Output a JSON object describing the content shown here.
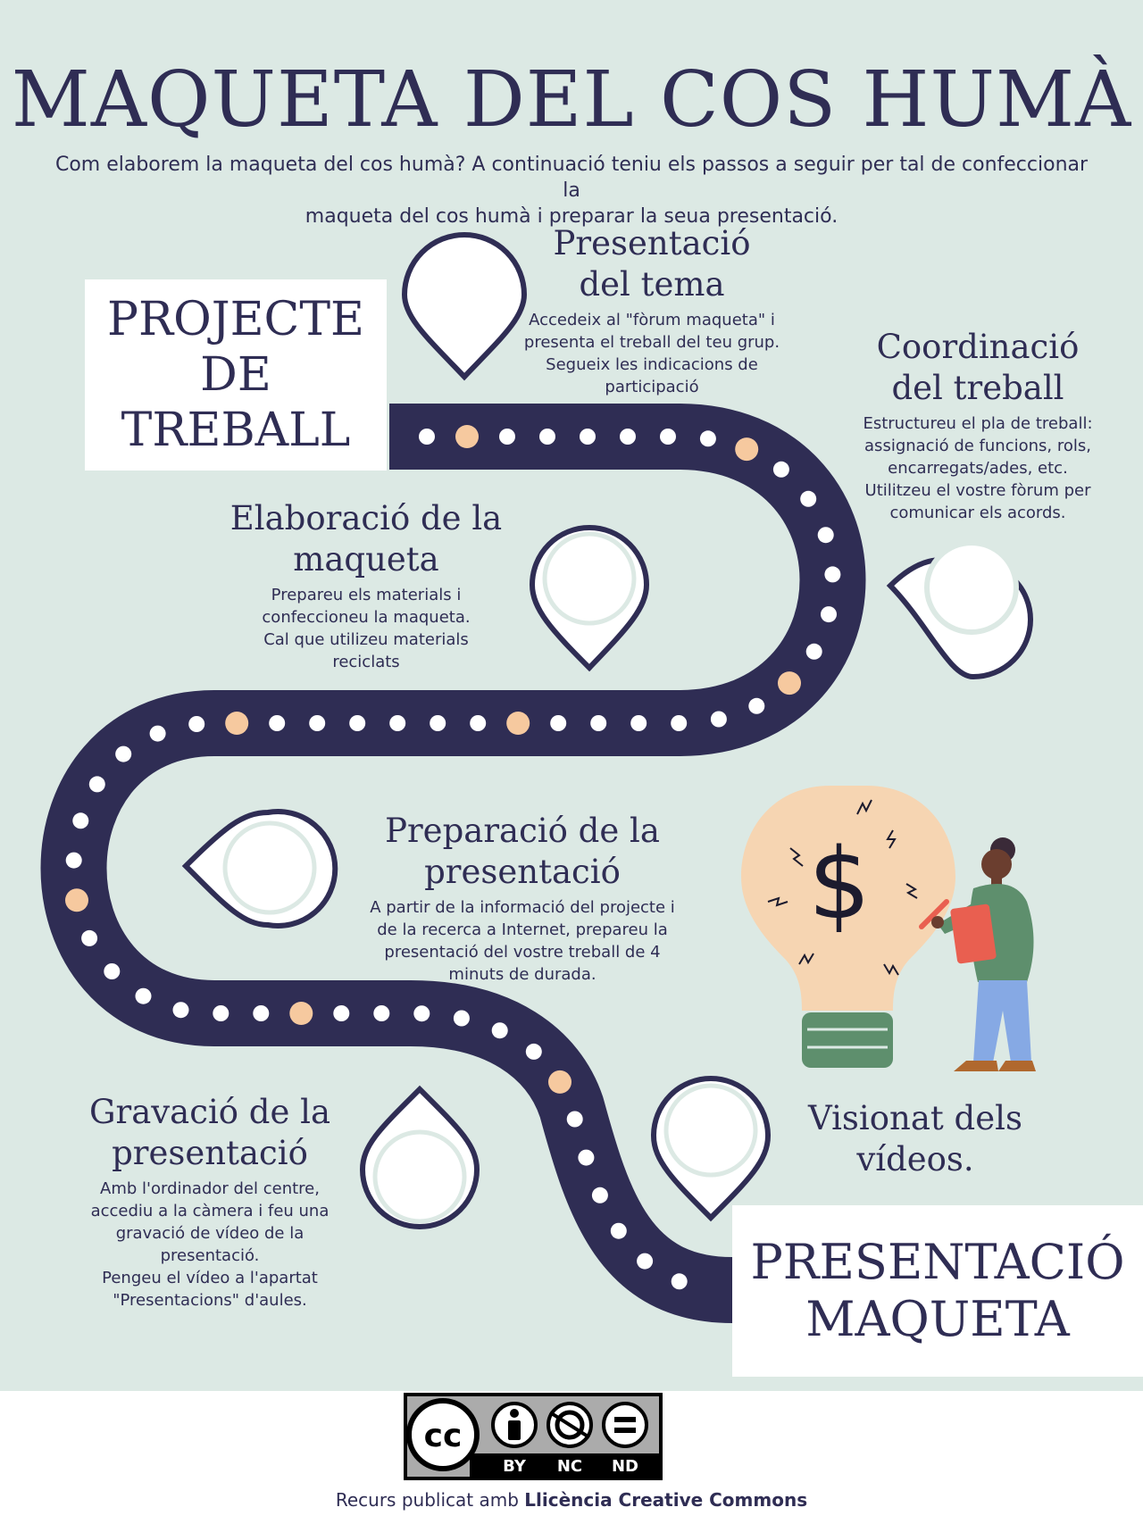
{
  "header": {
    "title": "MAQUETA DEL COS HUMÀ",
    "subtitle_line1": "Com elaborem la maqueta del cos humà? A continuació teniu els passos a seguir per tal de confeccionar la",
    "subtitle_line2": "maqueta del cos humà i preparar la seua presentació."
  },
  "banners": {
    "start": [
      "PROJECTE",
      "DE",
      "TREBALL"
    ],
    "end": [
      "PRESENTACIÓ",
      "MAQUETA"
    ]
  },
  "steps": [
    {
      "title": [
        "Presentació",
        "del tema"
      ],
      "text": [
        "Accedeix al \"fòrum maqueta\" i",
        "presenta el treball del teu grup.",
        "Segueix les indicacions de",
        "participació"
      ]
    },
    {
      "title": [
        "Coordinació",
        "del treball"
      ],
      "text": [
        "Estructureu el pla de treball:",
        "assignació de funcions, rols,",
        "encarregats/ades, etc.",
        "Utilitzeu el vostre fòrum per",
        "comunicar els acords."
      ]
    },
    {
      "title": [
        "Elaboració de la",
        "maqueta"
      ],
      "text": [
        "Prepareu els materials i",
        "confeccioneu la maqueta.",
        "Cal que utilizeu materials",
        "reciclats"
      ]
    },
    {
      "title": [
        "Preparació de la",
        "presentació"
      ],
      "text": [
        "A partir de la informació del projecte i",
        "de la recerca a Internet, prepareu la",
        "presentació del vostre treball de 4",
        "minuts de durada."
      ]
    },
    {
      "title": [
        "Gravació de la",
        "presentació"
      ],
      "text": [
        "Amb l'ordinador del centre,",
        "accediu a la càmera i feu una",
        "gravació de vídeo de la",
        "presentació.",
        "Pengeu el vídeo a l'apartat",
        "\"Presentacions\" d'aules."
      ]
    },
    {
      "title": [
        "Visionat dels",
        "vídeos."
      ],
      "text": []
    }
  ],
  "license": {
    "badge_labels": [
      "BY",
      "NC",
      "ND"
    ],
    "cc_text": "cc",
    "footer_prefix": "Recurs publicat amb ",
    "footer_bold": "Llicència Creative Commons"
  },
  "illustration": {
    "symbol": "$"
  },
  "colors": {
    "background": "#dce9e4",
    "road": "#2f2d54",
    "accent_dot": "#f6c99f",
    "text": "#2f2d54",
    "bulb": "#f6d5b2",
    "bulb_base": "#5e8f6d"
  }
}
